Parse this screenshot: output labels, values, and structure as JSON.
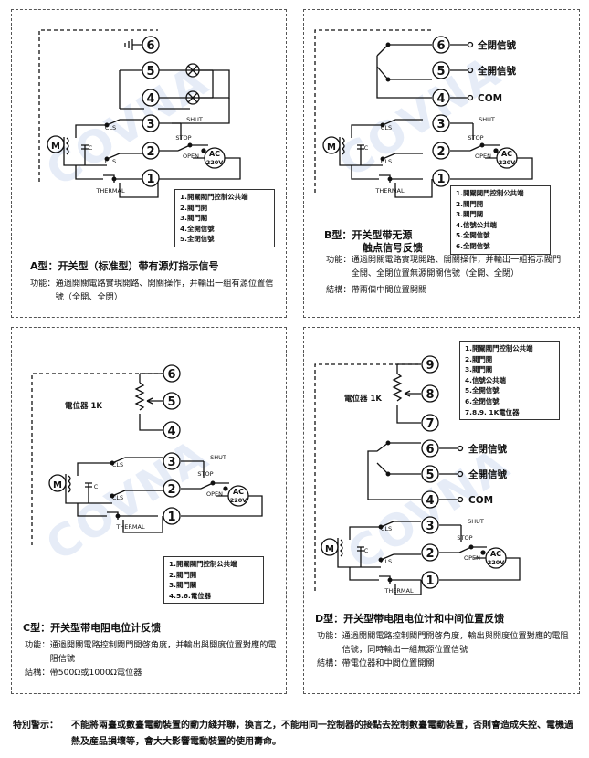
{
  "watermark": "COVNA",
  "common_labels": {
    "motor": "M",
    "cap": "C",
    "cls": "CLS",
    "shut": "SHUT",
    "stop": "STOP",
    "open": "OPEN",
    "thermal": "THERMAL",
    "ac_top": "AC",
    "ac_bottom": "220V"
  },
  "panel_a": {
    "terminals": [
      "6",
      "5",
      "4",
      "3",
      "2",
      "1"
    ],
    "legend": [
      "1.開關閥門控制公共端",
      "2.閥門開",
      "3.閥門關",
      "4.全開信號",
      "5.全閉信號"
    ],
    "title": "A型：开关型（标准型）带有源灯指示信号",
    "func_label": "功能：",
    "func_text": "通過開關電路實現開路、開關操作，并輸出一組有源位置信號（全開、全閉）"
  },
  "panel_b": {
    "terminals": [
      "6",
      "5",
      "4",
      "3",
      "2",
      "1"
    ],
    "signals": [
      "全閉信號",
      "全開信號",
      "COM"
    ],
    "legend": [
      "1.開關閥門控制公共端",
      "2.閥門開",
      "3.閥門關",
      "4.信號公共端",
      "5.全開信號",
      "6.全閉信號"
    ],
    "title_line1": "B型：开关型带无源",
    "title_line2": "触点信号反馈",
    "func_label": "功能：",
    "func_text": "通過開關電路實現開路、開關操作，并輸出一組指示閥門全開、全閉位置無源開關信號（全開、全閉）",
    "struct_label": "結構：",
    "struct_text": "帶兩個中間位置開關"
  },
  "panel_c": {
    "terminals": [
      "6",
      "5",
      "4",
      "3",
      "2",
      "1"
    ],
    "pot_label": "電位器 1K",
    "legend": [
      "1.開關閥門控制公共端",
      "2.閥門開",
      "3.閥門關",
      "4.5.6.電位器"
    ],
    "title": "C型：开关型带电阻电位计反馈",
    "func_label": "功能：",
    "func_text": "通過開關電路控制閥門開啓角度，并輸出與開度位置對應的電阻信號",
    "struct_label": "結構：",
    "struct_text": "帶500Ω或1000Ω電位器"
  },
  "panel_d": {
    "terminals": [
      "9",
      "8",
      "7",
      "6",
      "5",
      "4",
      "3",
      "2",
      "1"
    ],
    "pot_label": "電位器 1K",
    "signals": [
      "全閉信號",
      "全開信號",
      "COM"
    ],
    "legend": [
      "1.開關閥門控制公共端",
      "2.閥門開",
      "3.閥門關",
      "4.信號公共端",
      "5.全開信號",
      "6.全閉信號",
      "7.8.9. 1K電位器"
    ],
    "title": "D型：开关型带电阻电位计和中间位置反馈",
    "func_label": "功能：",
    "func_text": "通過開關電路控制閥門開啓角度，輸出與開度位置對應的電阻信號，同時輸出一組無源位置信號",
    "struct_label": "結構：",
    "struct_text": "帶電位器和中間位置開關"
  },
  "warning": {
    "label": "特別警示：",
    "text": "不能將兩臺或數臺電動裝置的動力綫并聯，換言之，不能用同一控制器的接點去控制數臺電動裝置，否則會造成失控、電機過熱及産品損壞等，會大大影響電動裝置的使用壽命。"
  }
}
